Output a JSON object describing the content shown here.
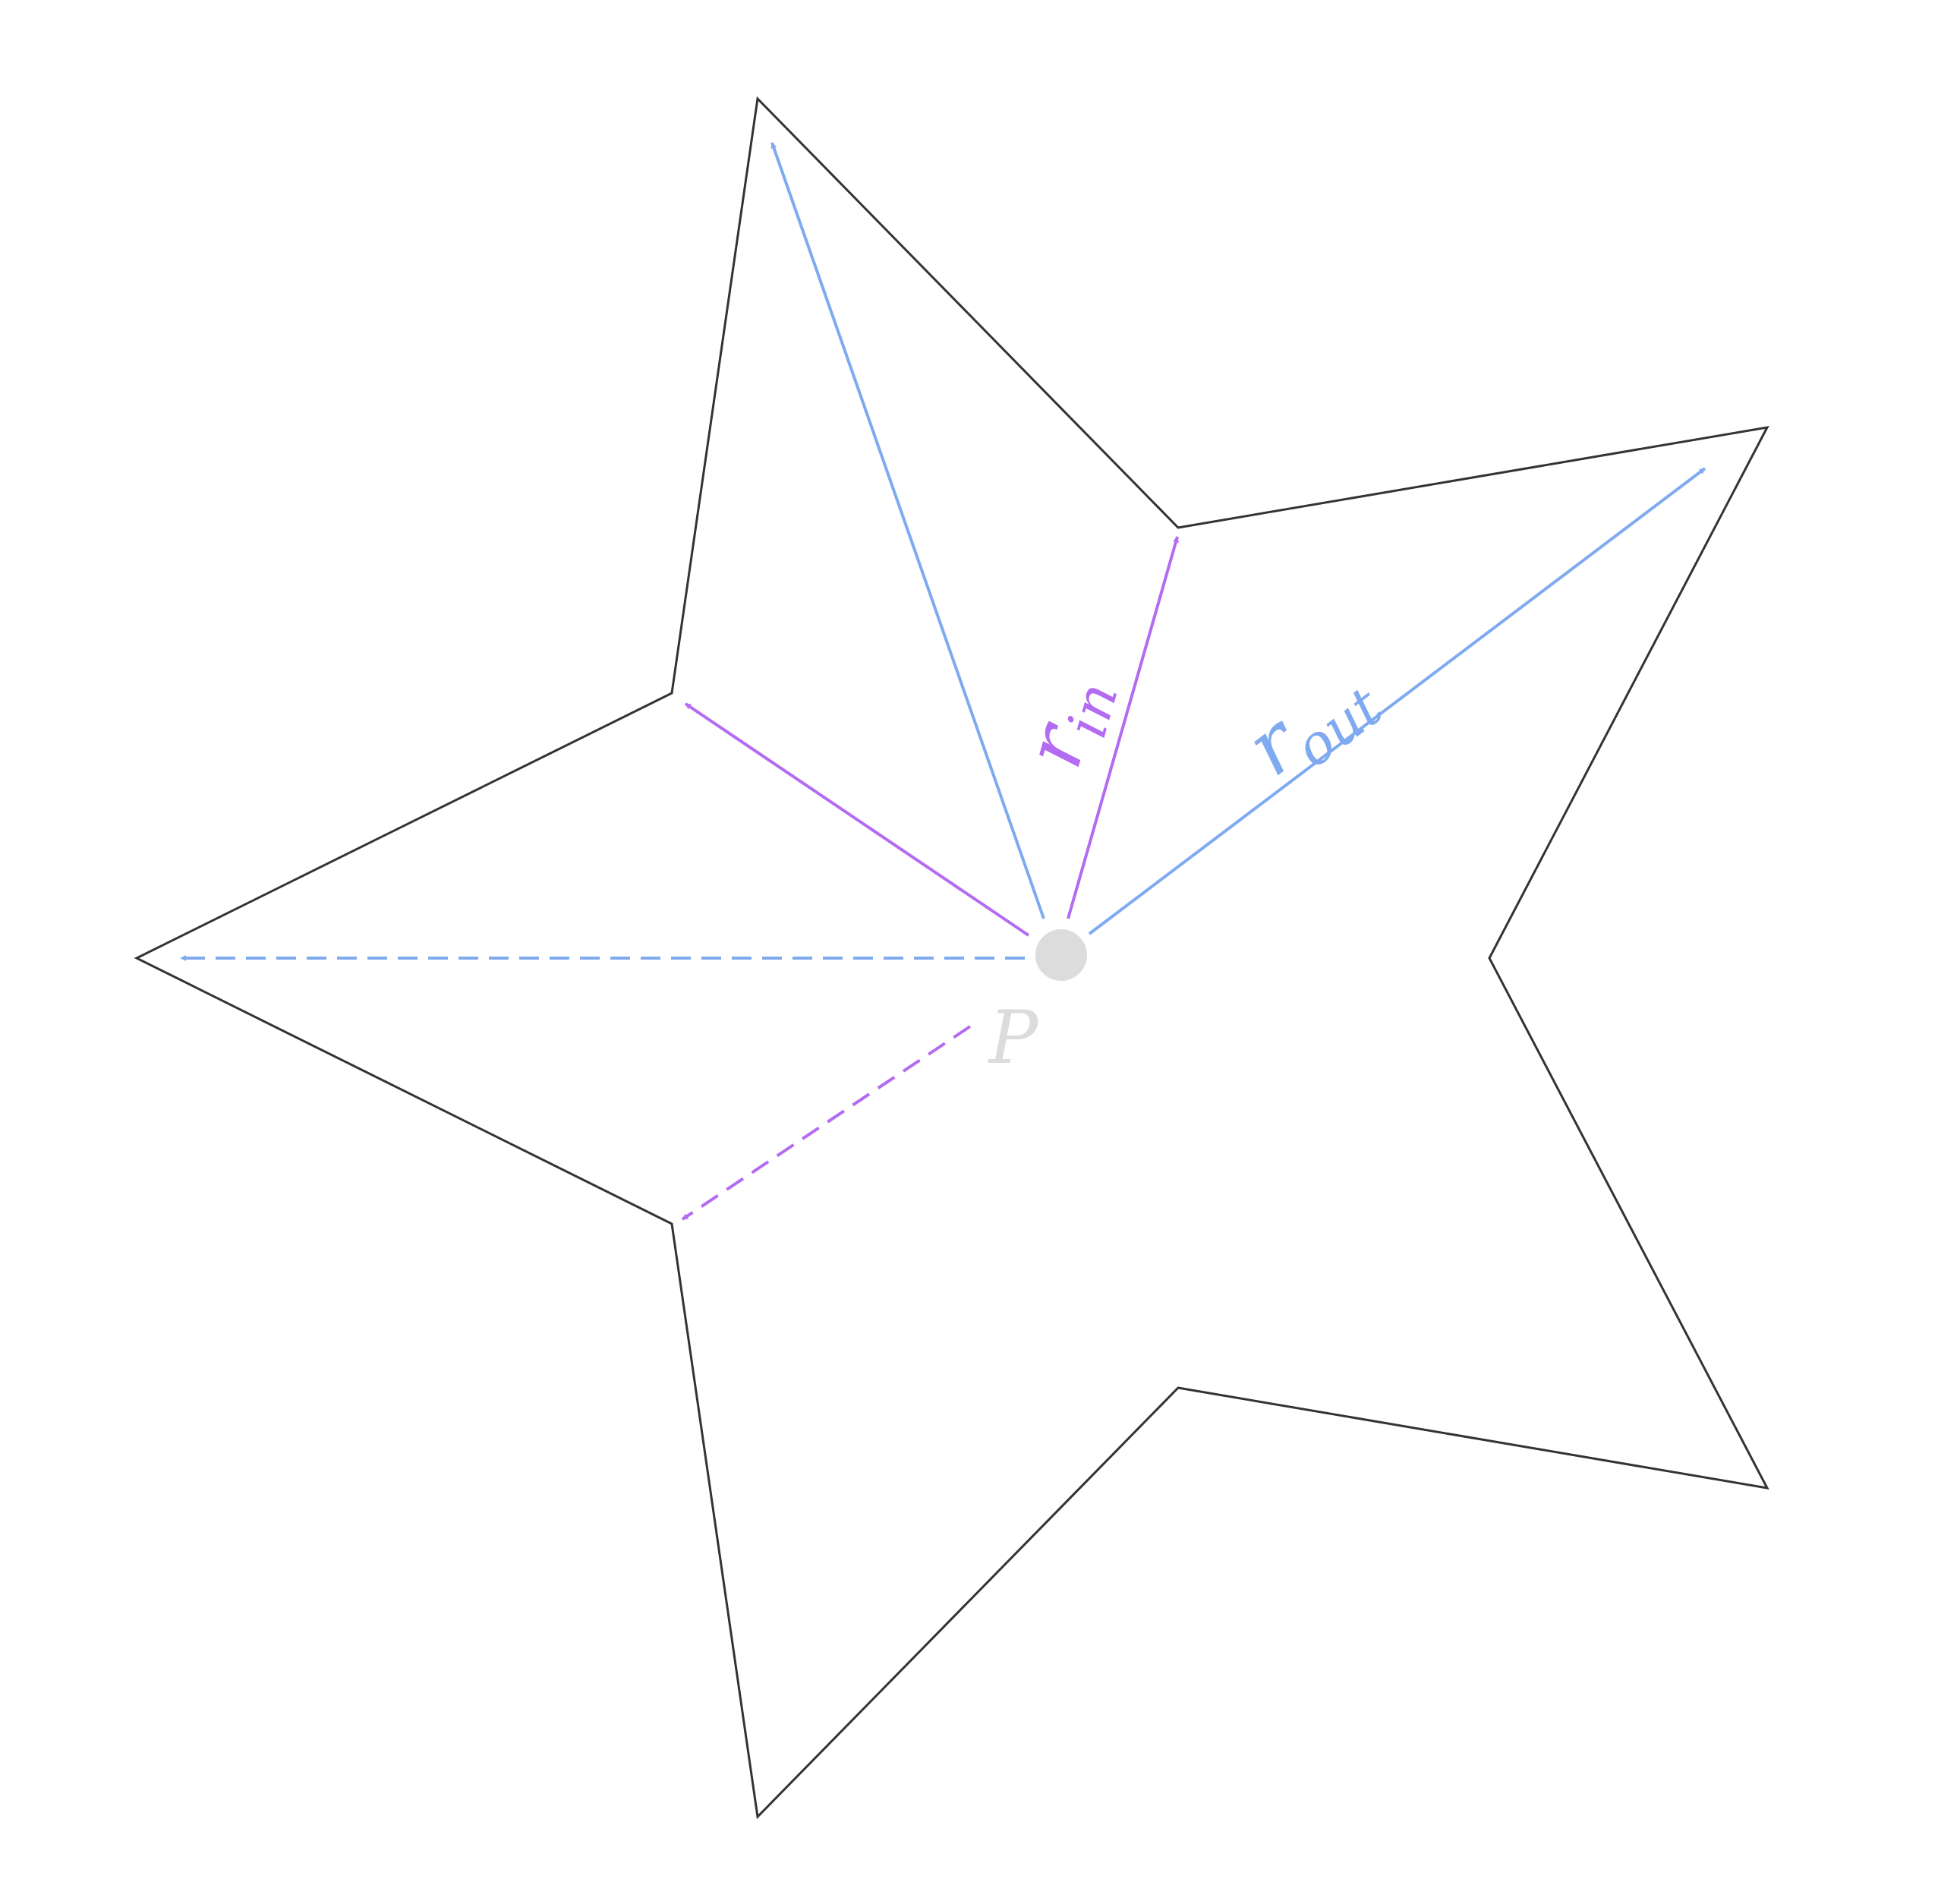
{
  "diagram": {
    "labels": {
      "center_point": "P",
      "inner_radius_symbol": "r",
      "inner_radius_subscript": "in",
      "outer_radius_symbol": "r",
      "outer_radius_subscript": "out"
    },
    "colors": {
      "outline": "#333333",
      "outer_radius": "#7faaf0",
      "inner_radius": "#b36bf2",
      "center_point": "#dcdcdc",
      "background": "#ffffff"
    }
  }
}
